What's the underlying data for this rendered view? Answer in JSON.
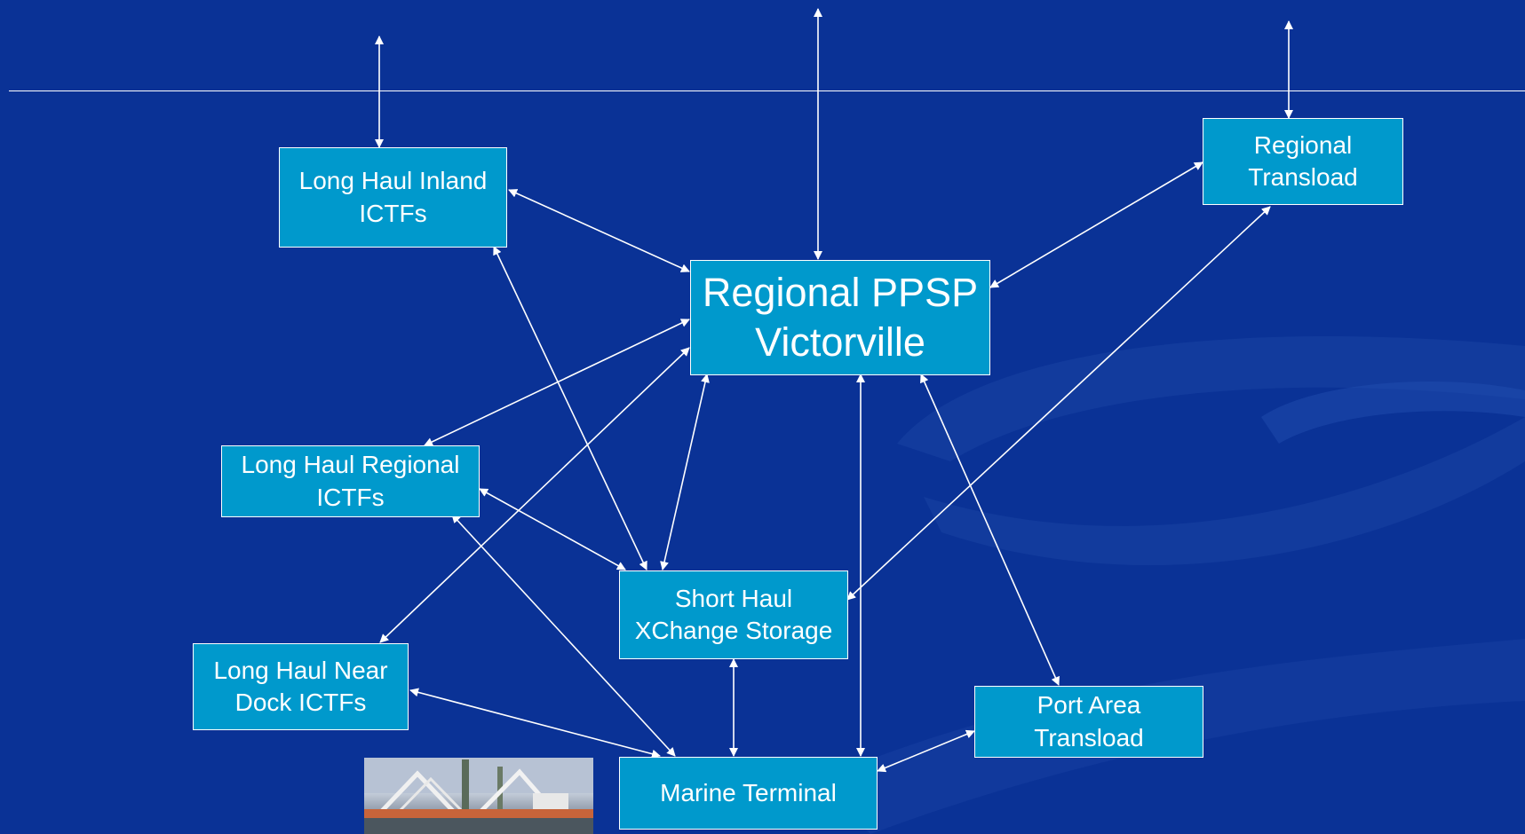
{
  "diagram": {
    "nodes": [
      {
        "id": "ppsp",
        "lines": [
          "Regional PPSP",
          "Victorville"
        ]
      },
      {
        "id": "lh-inland",
        "lines": [
          "Long Haul Inland",
          "ICTFs"
        ]
      },
      {
        "id": "reg-transload",
        "lines": [
          "Regional",
          "Transload"
        ]
      },
      {
        "id": "lh-regional",
        "lines": [
          "Long Haul Regional",
          "ICTFs"
        ]
      },
      {
        "id": "short-haul",
        "lines": [
          "Short Haul",
          "XChange Storage"
        ]
      },
      {
        "id": "lh-neardock",
        "lines": [
          "Long Haul Near",
          "Dock ICTFs"
        ]
      },
      {
        "id": "port-transload",
        "lines": [
          "Port Area",
          "Transload"
        ]
      },
      {
        "id": "marine",
        "lines": [
          "Marine Terminal"
        ]
      }
    ],
    "edges": [
      {
        "from": "lh-inland",
        "to": "ppsp",
        "arrows": "both"
      },
      {
        "from": "reg-transload",
        "to": "ppsp",
        "arrows": "both"
      },
      {
        "from": "ppsp",
        "to": "lh-regional",
        "arrows": "both"
      },
      {
        "from": "ppsp",
        "to": "lh-neardock",
        "arrows": "both"
      },
      {
        "from": "ppsp",
        "to": "short-haul",
        "arrows": "both"
      },
      {
        "from": "ppsp",
        "to": "marine",
        "arrows": "both"
      },
      {
        "from": "ppsp",
        "to": "port-transload",
        "arrows": "both"
      },
      {
        "from": "lh-inland",
        "to": "short-haul",
        "arrows": "both"
      },
      {
        "from": "reg-transload",
        "to": "short-haul",
        "arrows": "both"
      },
      {
        "from": "lh-regional",
        "to": "short-haul",
        "arrows": "both"
      },
      {
        "from": "lh-regional",
        "to": "marine",
        "arrows": "both"
      },
      {
        "from": "short-haul",
        "to": "marine",
        "arrows": "both"
      },
      {
        "from": "lh-neardock",
        "to": "marine",
        "arrows": "both"
      },
      {
        "from": "marine",
        "to": "port-transload",
        "arrows": "both"
      },
      {
        "from": "lh-inland",
        "to": "top-line",
        "arrows": "both"
      },
      {
        "from": "ppsp",
        "to": "top-line",
        "arrows": "both"
      },
      {
        "from": "reg-transload",
        "to": "top-line",
        "arrows": "both"
      }
    ],
    "colors": {
      "background": "#0a3296",
      "box_fill": "#0099cc",
      "box_border": "#ffffff",
      "line": "#ffffff"
    },
    "photo": {
      "icon": "port-crane-photo"
    }
  }
}
